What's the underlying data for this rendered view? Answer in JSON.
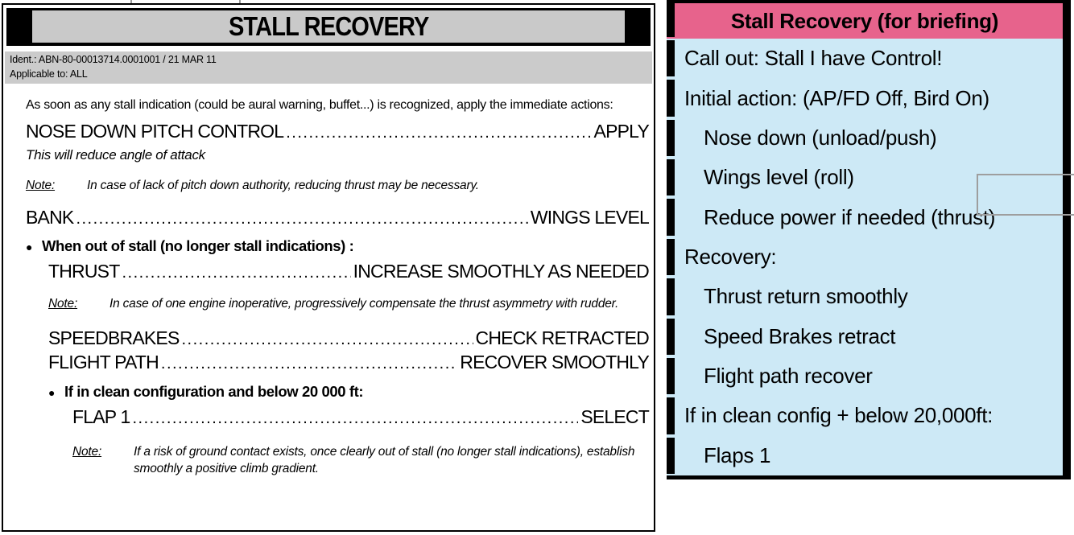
{
  "colors": {
    "pink": "#e7638c",
    "blue": "#cde9f6",
    "band_gray": "#c9c9c9",
    "overlay_gray": "#9e9e9e"
  },
  "left_doc": {
    "title": "STALL RECOVERY",
    "ident_line": "Ident.: ABN-80-00013714.0001001 / 21 MAR 11",
    "applicable_line": "Applicable to: ALL",
    "lines": [
      {
        "type": "intro",
        "text": "As soon as any stall indication (could be aural warning, buffet...) is recognized, apply the immediate actions:"
      },
      {
        "type": "action",
        "label": "NOSE DOWN PITCH CONTROL",
        "value": "APPLY"
      },
      {
        "type": "comment",
        "text": "This will reduce angle of attack"
      },
      {
        "type": "note",
        "label": "Note:",
        "text": "In case of lack of pitch down authority, reducing thrust may be necessary."
      },
      {
        "type": "action",
        "label": "BANK",
        "value": "WINGS LEVEL"
      },
      {
        "type": "bullet",
        "marker": "●",
        "text": "When out of stall (no longer stall indications) :"
      },
      {
        "type": "action",
        "label": "THRUST",
        "value": "INCREASE SMOOTHLY AS NEEDED"
      },
      {
        "type": "note",
        "label": "Note:",
        "text": "In case of one engine inoperative, progressively compensate the thrust asymmetry with rudder."
      },
      {
        "type": "action",
        "label": "SPEEDBRAKES",
        "value": "CHECK RETRACTED"
      },
      {
        "type": "action",
        "label": "FLIGHT PATH",
        "value": "RECOVER SMOOTHLY"
      },
      {
        "type": "bullet",
        "marker": "●",
        "text": "If in clean configuration and below 20 000 ft:"
      },
      {
        "type": "action",
        "label": "FLAP 1",
        "value": "SELECT"
      },
      {
        "type": "note",
        "label": "Note:",
        "text": "If a risk of ground contact exists, once clearly out of stall (no longer stall indications), establish smoothly a positive climb gradient."
      }
    ]
  },
  "briefing_card": {
    "title": "Stall Recovery (for briefing)",
    "rows": [
      {
        "text": "Call out: Stall I have Control!"
      },
      {
        "text": "Initial action: (AP/FD Off, Bird On)"
      },
      {
        "text": "Nose down (unload/push)"
      },
      {
        "text": "Wings level (roll)"
      },
      {
        "text": "Reduce power if needed (thrust)"
      },
      {
        "text": "Recovery:"
      },
      {
        "text": "Thrust return smoothly"
      },
      {
        "text": "Speed Brakes retract"
      },
      {
        "text": "Flight path recover"
      },
      {
        "text": "If in clean config + below 20,000ft:"
      },
      {
        "text": "Flaps 1"
      }
    ]
  }
}
